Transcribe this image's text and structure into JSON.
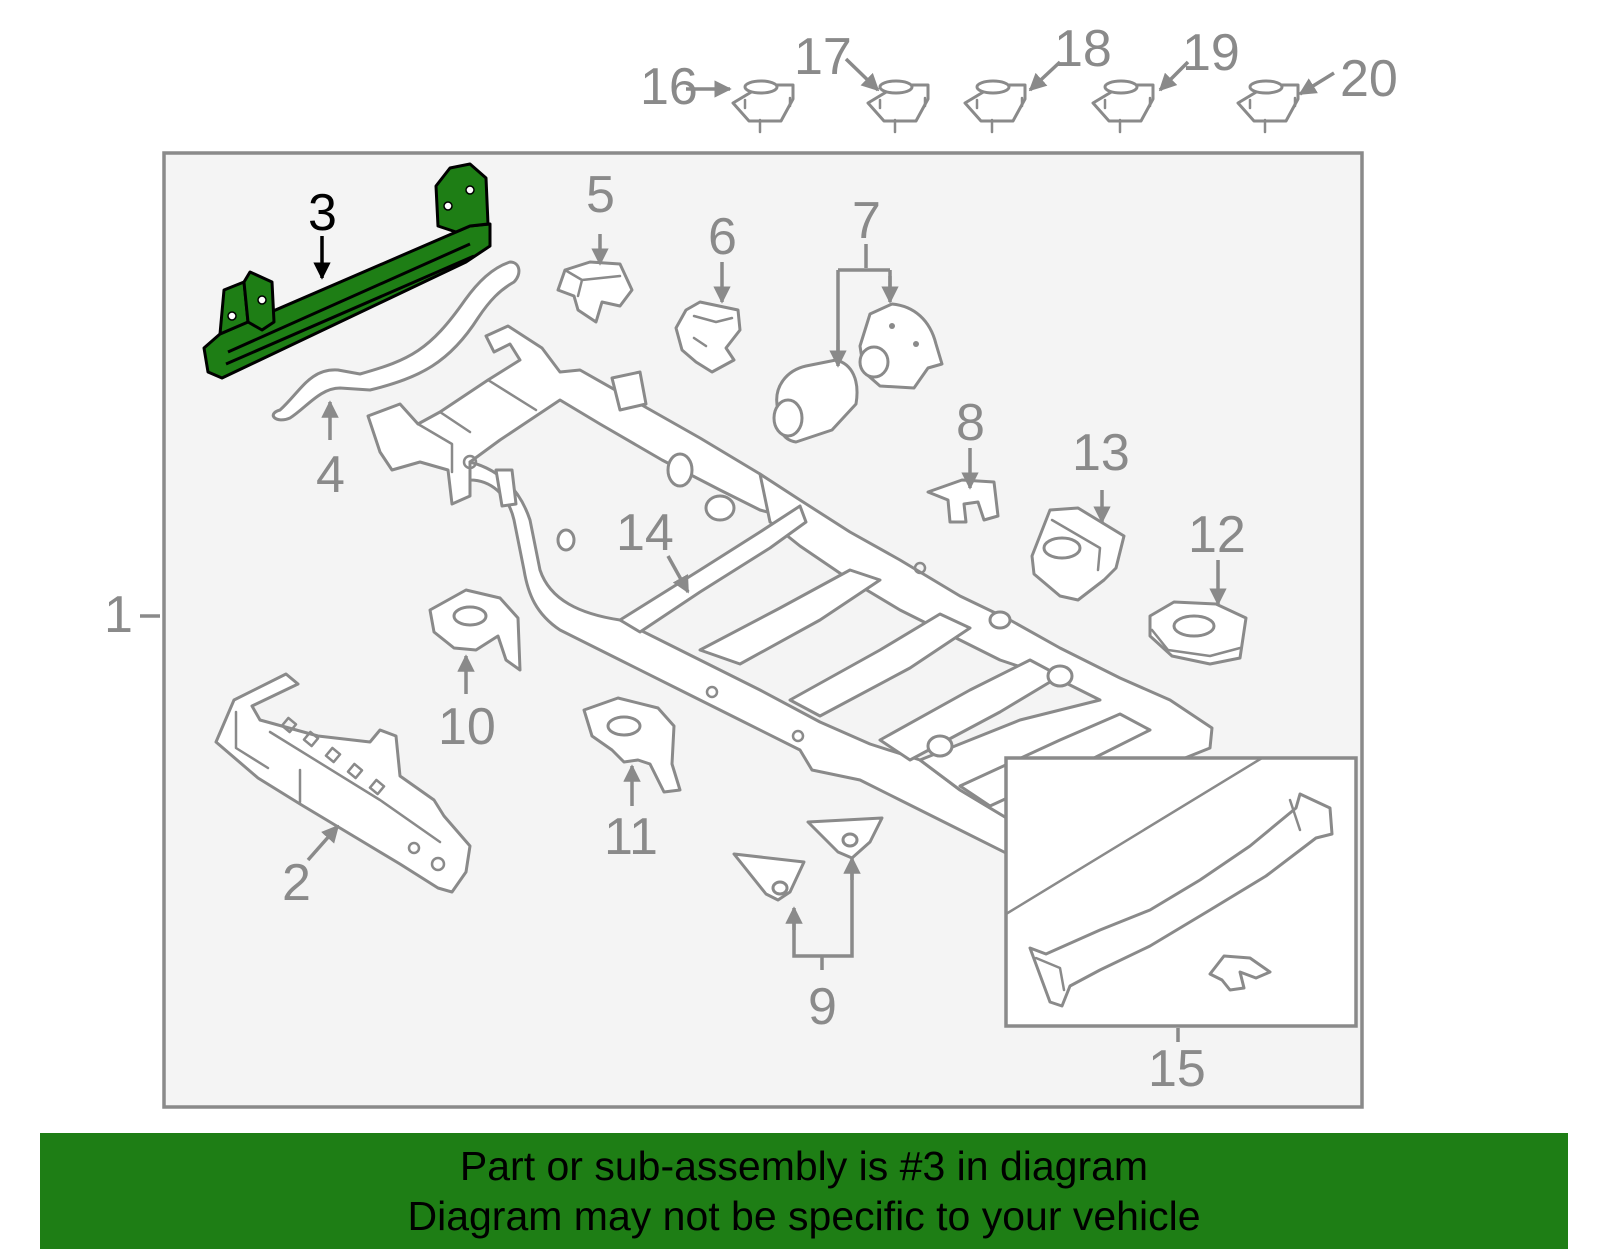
{
  "diagram": {
    "highlighted_part": "3",
    "colors": {
      "highlight": "#1e7e15",
      "line": "#8a8a8a",
      "panel": "#f4f4f4",
      "banner": "#1e7e15"
    },
    "callouts": {
      "c1": "1",
      "c2": "2",
      "c3": "3",
      "c4": "4",
      "c5": "5",
      "c6": "6",
      "c7": "7",
      "c8": "8",
      "c9": "9",
      "c10": "10",
      "c11": "11",
      "c12": "12",
      "c13": "13",
      "c14": "14",
      "c15": "15",
      "c16": "16",
      "c17": "17",
      "c18": "18",
      "c19": "19",
      "c20": "20"
    }
  },
  "banner": {
    "line1": "Part or sub-assembly is #3 in diagram",
    "line2": "Diagram may not be specific to your vehicle"
  }
}
